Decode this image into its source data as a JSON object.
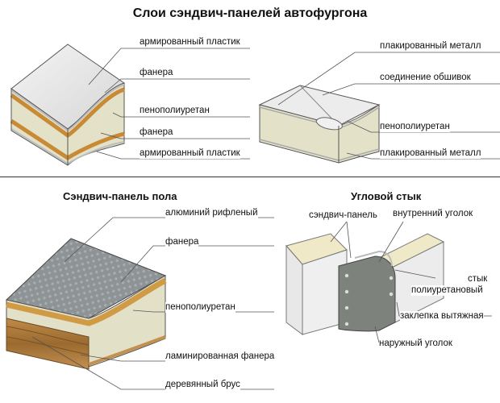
{
  "title": "Слои сэндвич-панелей автофургона",
  "panel_wall": {
    "labels": [
      "армированный пластик",
      "фанера",
      "пенополиуретан",
      "фанера",
      "армированный пластик"
    ]
  },
  "panel_metal": {
    "labels": [
      "плакированный металл",
      "соединение обшивок",
      "пенополиуретан",
      "плакированный металл"
    ]
  },
  "floor_panel": {
    "title": "Сэндвич-панель пола",
    "labels": [
      "алюминий рифленый",
      "фанера",
      "пенополиуретан",
      "ламинированная фанера",
      "деревянный брус"
    ]
  },
  "corner_joint": {
    "title": "Угловой стык",
    "labels": [
      "сэндвич-панель",
      "внутренний уголок",
      "стык",
      "полиуретановый",
      "заклепка вытяжная",
      "наружный уголок"
    ]
  },
  "colors": {
    "foam": "#e6e6d0",
    "plywood": "#d6a04e",
    "plastic": "#ececec",
    "metal_grey": "#888c88",
    "wood": "#b07a3c"
  }
}
